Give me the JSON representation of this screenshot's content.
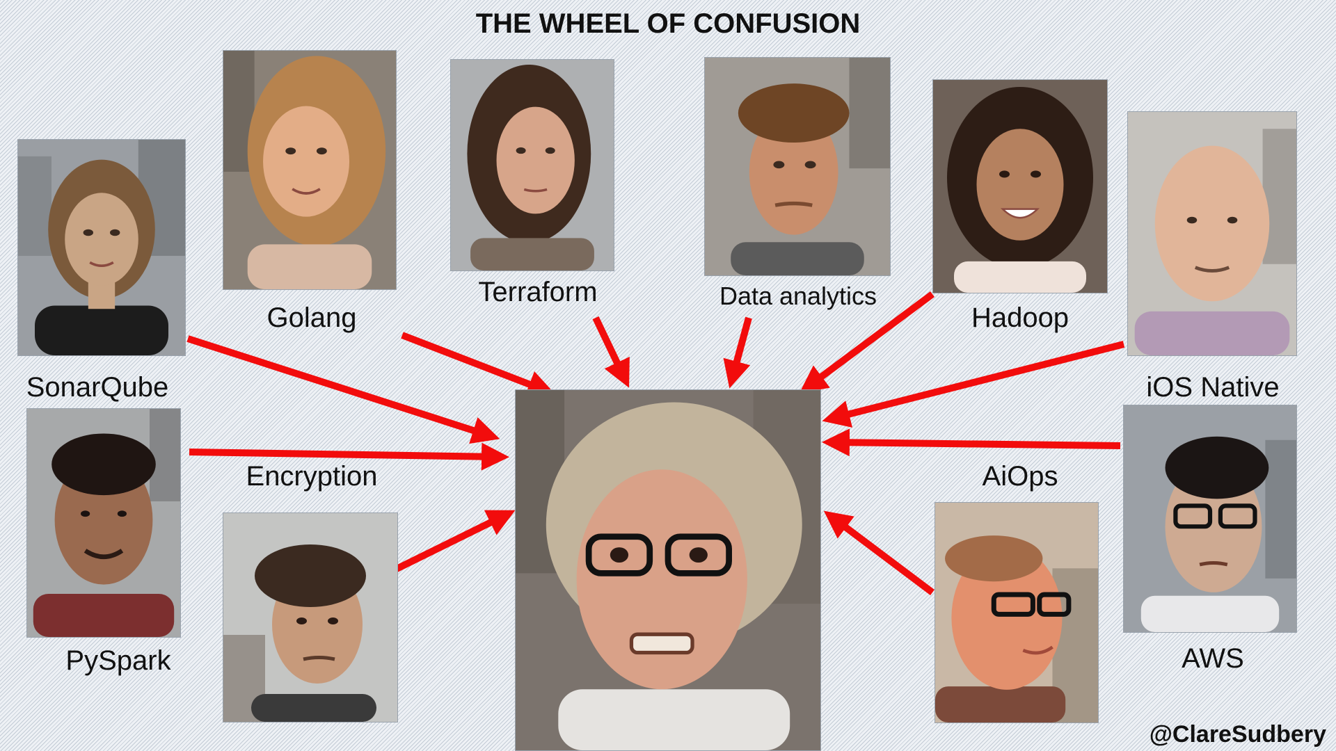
{
  "title": "THE WHEEL OF CONFUSION",
  "handle": "@ClareSudbery",
  "colors": {
    "arrow": "#f20c0c",
    "label_text": "#111111"
  },
  "people": [
    {
      "id": "sonarqube",
      "label": "SonarQube",
      "tone": "#c9a585",
      "hair": "#7b5a3b",
      "bg": "#9a9ea3",
      "shirt": "#1c1c1c"
    },
    {
      "id": "golang",
      "label": "Golang",
      "tone": "#e3ad87",
      "hair": "#b7834e",
      "bg": "#8a8177",
      "shirt": "#d7b8a3"
    },
    {
      "id": "terraform",
      "label": "Terraform",
      "tone": "#d7a58a",
      "hair": "#3f2a1e",
      "bg": "#aeb0b2",
      "shirt": "#7a6a5d"
    },
    {
      "id": "data-analytics",
      "label": "Data analytics",
      "tone": "#c98e6c",
      "hair": "#6e4525",
      "bg": "#a09b95",
      "shirt": "#5b5b5b"
    },
    {
      "id": "hadoop",
      "label": "Hadoop",
      "tone": "#b5815f",
      "hair": "#2d1d15",
      "bg": "#6e6158",
      "shirt": "#efe2da"
    },
    {
      "id": "ios-native",
      "label": "iOS Native",
      "tone": "#e1b599",
      "hair": "#9b7a62",
      "bg": "#c5c2bd",
      "shirt": "#b39ab5"
    },
    {
      "id": "pyspark",
      "label": "PySpark",
      "tone": "#9a6a4f",
      "hair": "#1f1512",
      "bg": "#a7a9aa",
      "shirt": "#7c2f2f"
    },
    {
      "id": "encryption",
      "label": "Encryption",
      "tone": "#c79a7b",
      "hair": "#3b2a20",
      "bg": "#c4c5c3",
      "shirt": "#3a3a3a"
    },
    {
      "id": "aiops",
      "label": "AiOps",
      "tone": "#e3906d",
      "hair": "#a36b48",
      "bg": "#c9b8a6",
      "shirt": "#7c4a3a"
    },
    {
      "id": "aws",
      "label": "AWS",
      "tone": "#ceaa92",
      "hair": "#1b1514",
      "bg": "#9ba0a6",
      "shirt": "#e8e8ea"
    },
    {
      "id": "center",
      "label": "",
      "tone": "#d9a188",
      "hair": "#c2b49c",
      "bg": "#7b736d",
      "shirt": "#e5e3e0"
    }
  ]
}
